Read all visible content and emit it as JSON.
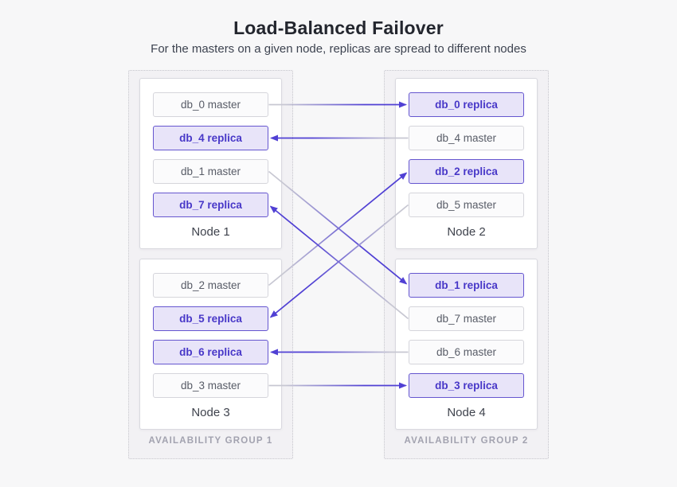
{
  "title": "Load-Balanced Failover",
  "subtitle": "For the masters on a given node, replicas are spread to different nodes",
  "groups": [
    {
      "label": "AVAILABILITY GROUP 1",
      "nodes": [
        {
          "label": "Node 1",
          "items": [
            {
              "label": "db_0 master",
              "type": "master"
            },
            {
              "label": "db_4 replica",
              "type": "replica"
            },
            {
              "label": "db_1 master",
              "type": "master"
            },
            {
              "label": "db_7 replica",
              "type": "replica"
            }
          ]
        },
        {
          "label": "Node 3",
          "items": [
            {
              "label": "db_2 master",
              "type": "master"
            },
            {
              "label": "db_5 replica",
              "type": "replica"
            },
            {
              "label": "db_6 replica",
              "type": "replica"
            },
            {
              "label": "db_3 master",
              "type": "master"
            }
          ]
        }
      ]
    },
    {
      "label": "AVAILABILITY GROUP 2",
      "nodes": [
        {
          "label": "Node 2",
          "items": [
            {
              "label": "db_0 replica",
              "type": "replica"
            },
            {
              "label": "db_4 master",
              "type": "master"
            },
            {
              "label": "db_2 replica",
              "type": "replica"
            },
            {
              "label": "db_5 master",
              "type": "master"
            }
          ]
        },
        {
          "label": "Node 4",
          "items": [
            {
              "label": "db_1 replica",
              "type": "replica"
            },
            {
              "label": "db_7 master",
              "type": "master"
            },
            {
              "label": "db_6 master",
              "type": "master"
            },
            {
              "label": "db_3 replica",
              "type": "replica"
            }
          ]
        }
      ]
    }
  ],
  "connections": [
    {
      "from": "db_0 master",
      "to": "db_0 replica"
    },
    {
      "from": "db_4 master",
      "to": "db_4 replica"
    },
    {
      "from": "db_1 master",
      "to": "db_1 replica"
    },
    {
      "from": "db_2 master",
      "to": "db_2 replica"
    },
    {
      "from": "db_5 master",
      "to": "db_5 replica"
    },
    {
      "from": "db_7 master",
      "to": "db_7 replica"
    },
    {
      "from": "db_6 master",
      "to": "db_6 replica"
    },
    {
      "from": "db_3 master",
      "to": "db_3 replica"
    }
  ],
  "colors": {
    "accent_purple": "#5040d4",
    "line_gray": "#c7c7d2",
    "replica_bg": "#e8e4f9",
    "replica_border": "#6556cf",
    "replica_text": "#4838c8",
    "master_bg": "#fbfbfc",
    "master_border": "#d5d5db",
    "master_text": "#585c67"
  }
}
